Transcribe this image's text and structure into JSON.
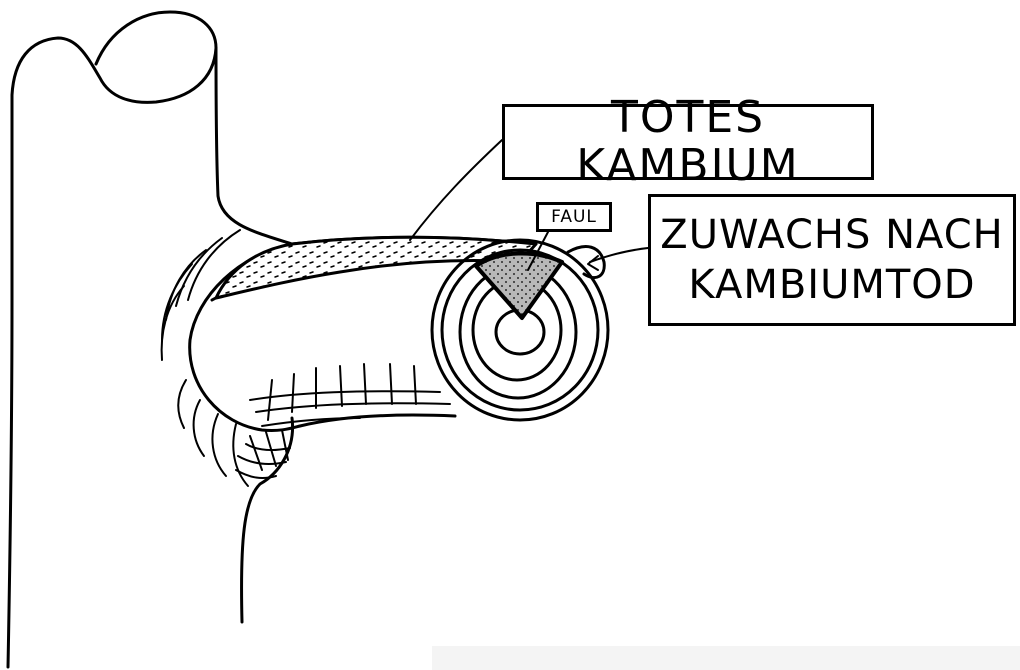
{
  "labels": {
    "dead_cambium": "TOTES KAMBIUM",
    "rot": "FAUL",
    "growth_after": "ZUWACHS NACH\nKAMBIUMTOD"
  },
  "colors": {
    "ink": "#000000",
    "paper": "#ffffff",
    "corner_patch": "#f4f4f4"
  }
}
